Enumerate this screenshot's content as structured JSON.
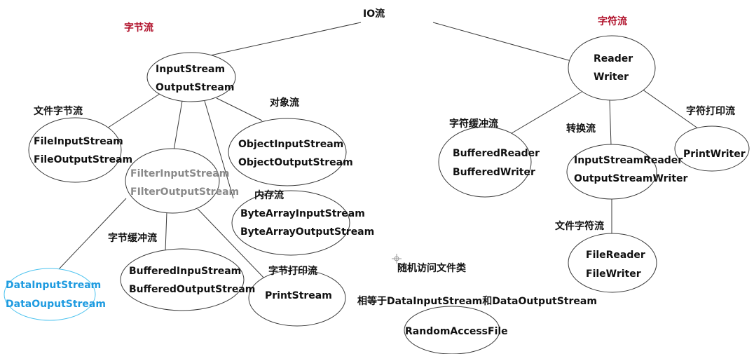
{
  "title": "IO流",
  "byte_stream_label": "字节流",
  "char_stream_label": "字符流",
  "byte_root": {
    "line1": "InputStream",
    "line2": "OutputStream"
  },
  "char_root": {
    "line1": "Reader",
    "line2": "Writer"
  },
  "file_byte": {
    "label": "文件字节流",
    "line1": "FileInputStream",
    "line2": "FileOutputStream"
  },
  "object": {
    "label": "对象流",
    "line1": "ObjectInputStream",
    "line2": "ObjectOutputStream"
  },
  "filter": {
    "line1": "FilterInputStream",
    "line2": "FIlterOutputStream"
  },
  "memory": {
    "label": "内存流",
    "line1": "ByteArrayInputStream",
    "line2": "ByteArrayOutputStream"
  },
  "byte_buffer": {
    "label": "字节缓冲流",
    "line1": "BufferedInpuStream",
    "line2": "BufferedOutputStream"
  },
  "data": {
    "line1": "DataInputStream",
    "line2": "DataOuputStream"
  },
  "byte_print": {
    "label": "字节打印流",
    "line1": "PrintStream"
  },
  "char_buffer": {
    "label": "字符缓冲流",
    "line1": "BufferedReader",
    "line2": "BufferedWriter"
  },
  "convert": {
    "label": "转换流",
    "line1": "InputStreamReader",
    "line2": "OutputStreamWriter"
  },
  "char_print": {
    "label": "字符打印流",
    "line1": "PrintWriter"
  },
  "file_char": {
    "label": "文件字符流",
    "line1": "FileReader",
    "line2": "FileWriter"
  },
  "random": {
    "label": "随机访问文件类",
    "note": "相等于DataInputStream和DataOutputStream",
    "line1": "RandomAccessFile"
  },
  "colors": {
    "section_label": "#b0102a",
    "filter_text": "#8a8a8a",
    "data_text": "#1e9be0",
    "data_outline": "#4cc3ef",
    "lines": "#3a3a3a"
  }
}
